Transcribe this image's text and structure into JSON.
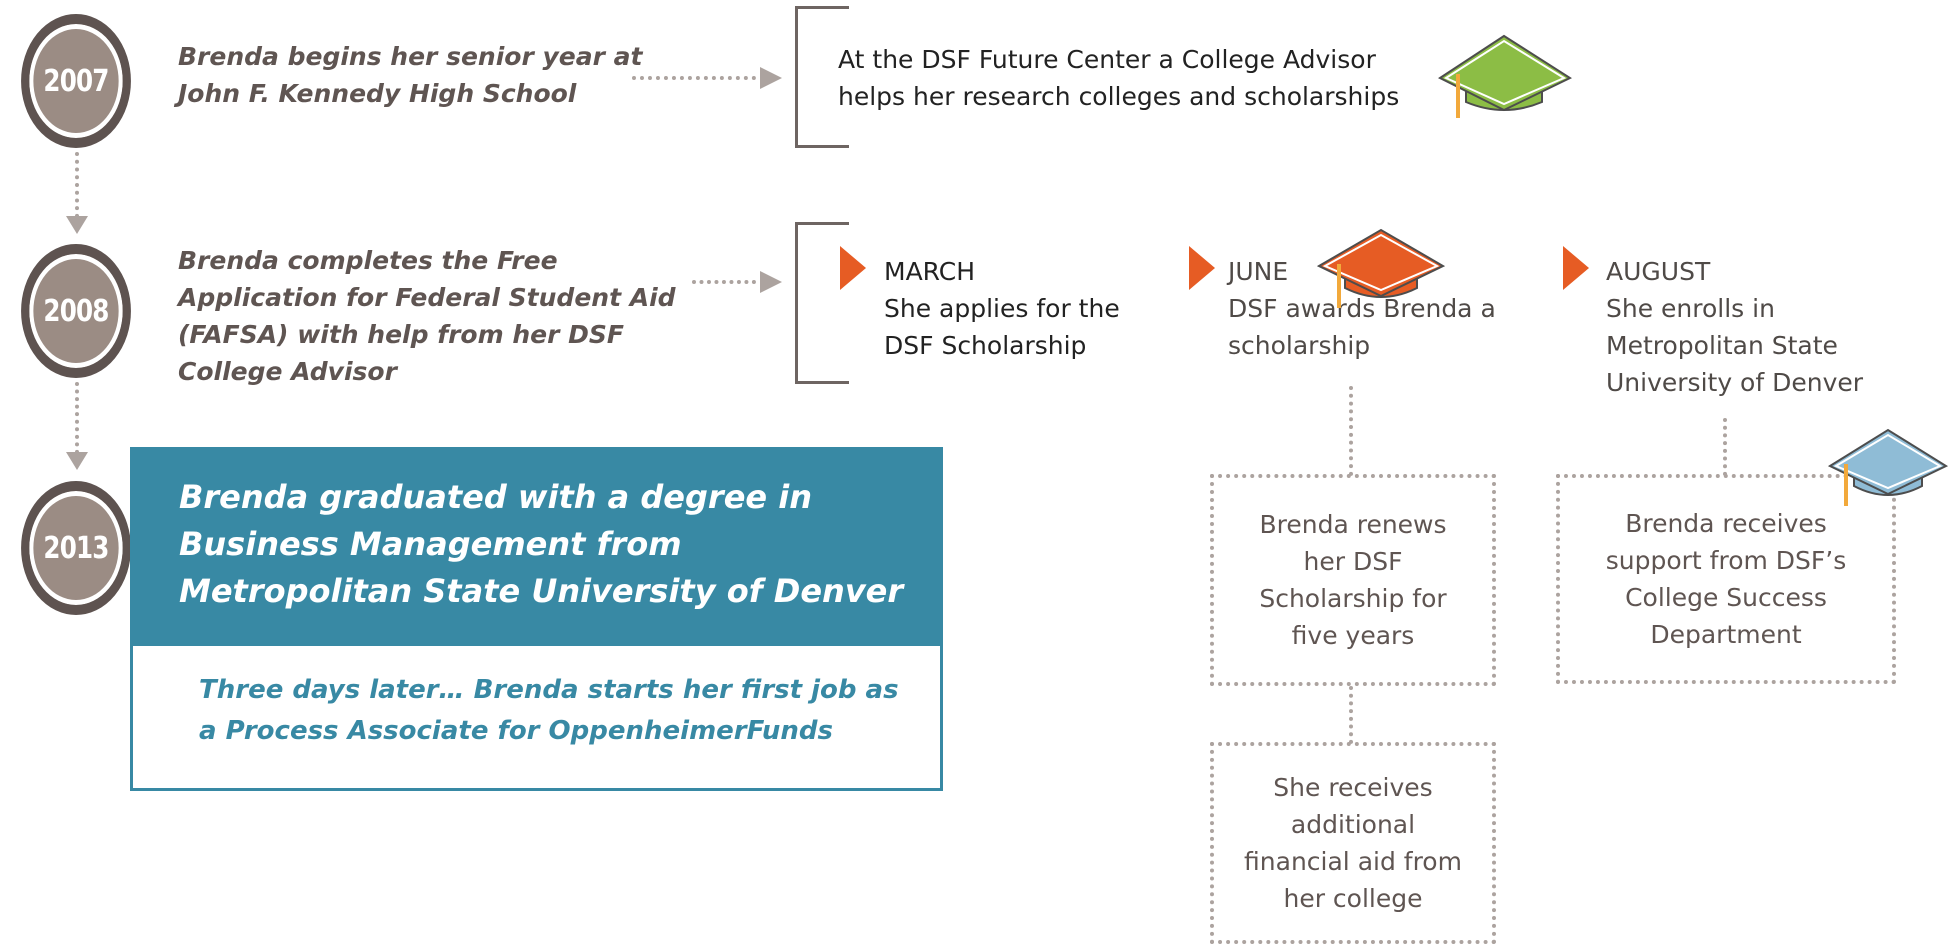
{
  "years": [
    "2007",
    "2008",
    "2013"
  ],
  "events": {
    "e2007": "Brenda begins her senior year at John F. Kennedy High School",
    "e2008": "Brenda completes the Free Application for Federal Student Aid (FAFSA) with help from her DSF College Advisor",
    "future_center": "At the DSF Future Center a College Advisor helps her research colleges and scholarships"
  },
  "milestones": [
    {
      "month": "MARCH",
      "text": "She applies for the DSF Scholarship"
    },
    {
      "month": "JUNE",
      "text": "DSF awards Brenda a scholarship"
    },
    {
      "month": "AUGUST",
      "text": "She enrolls in Metropolitan State University of Denver"
    }
  ],
  "boxes": {
    "renews": "Brenda renews her DSF Scholarship for five years",
    "additional_aid": "She receives additional financial aid from her college",
    "support": "Brenda receives support from DSF’s College Success Department"
  },
  "graduation": {
    "headline": "Brenda graduated with a degree in Business Management from Metropolitan State University of Denver",
    "subline": "Three days later… Brenda starts her first job as a Process Associate for OppenheimerFunds"
  },
  "colors": {
    "circle_fill": "#9b8c84",
    "circle_ring": "#5e5350",
    "accent_orange": "#e65c24",
    "accent_blue": "#3889a4",
    "cap_green": "#8cbd45",
    "cap_orange": "#e65c24",
    "cap_blue": "#8fbcd6",
    "tassel": "#f2a93b"
  }
}
